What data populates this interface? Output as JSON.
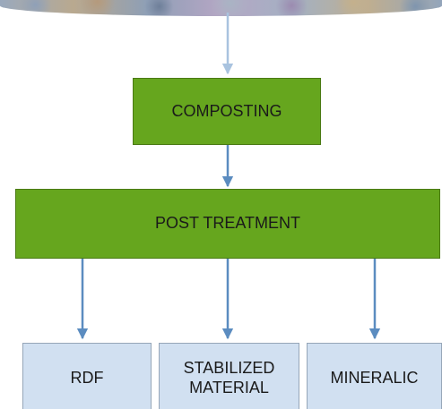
{
  "nodes": {
    "composting": "COMPOSTING",
    "post_treatment": "POST TREATMENT",
    "rdf": "RDF",
    "stabilized_material_line1": "STABILIZED",
    "stabilized_material_line2": "MATERIAL",
    "mineralic": "MINERALIC"
  },
  "colors": {
    "process_fill": "#66a61e",
    "output_fill": "#d1e0f1",
    "arrow": "#5b8cc0"
  }
}
